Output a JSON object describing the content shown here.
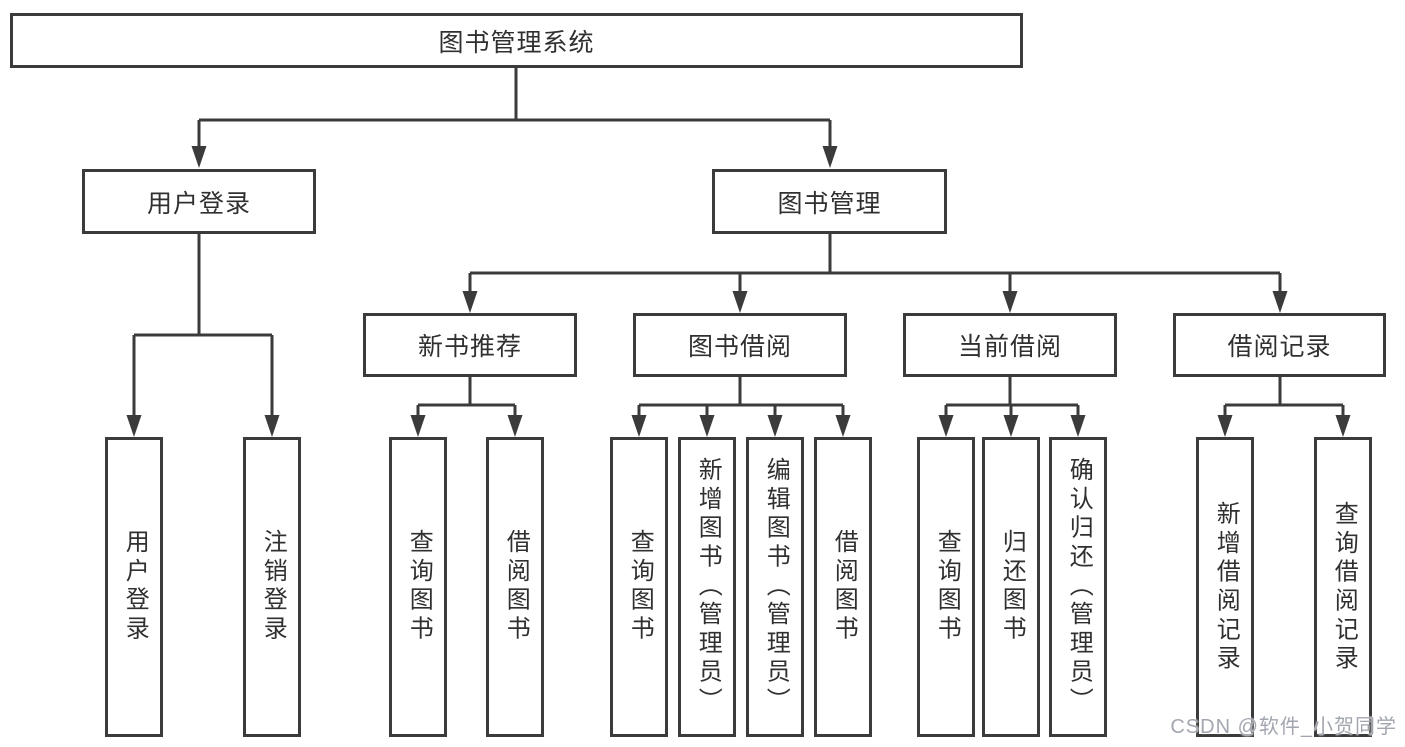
{
  "tree": {
    "label": "图书管理系统",
    "children": [
      {
        "label": "用户登录",
        "children": [
          {
            "label": "用户登录"
          },
          {
            "label": "注销登录"
          }
        ]
      },
      {
        "label": "图书管理",
        "children": [
          {
            "label": "新书推荐",
            "children": [
              {
                "label": "查询图书"
              },
              {
                "label": "借阅图书"
              }
            ]
          },
          {
            "label": "图书借阅",
            "children": [
              {
                "label": "查询图书"
              },
              {
                "label": "新增图书（管理员）"
              },
              {
                "label": "编辑图书（管理员）"
              },
              {
                "label": "借阅图书"
              }
            ]
          },
          {
            "label": "当前借阅",
            "children": [
              {
                "label": "查询图书"
              },
              {
                "label": "归还图书"
              },
              {
                "label": "确认归还（管理员）"
              }
            ]
          },
          {
            "label": "借阅记录",
            "children": [
              {
                "label": "新增借阅记录"
              },
              {
                "label": "查询借阅记录"
              }
            ]
          }
        ]
      }
    ]
  },
  "watermark": {
    "text": "CSDN @软件_小贺同学"
  },
  "colors": {
    "line": "#3b3b3b",
    "box_border": "#3b3b3b",
    "text": "#303030",
    "watermark": "#a2a6b0",
    "background": "#ffffff"
  }
}
